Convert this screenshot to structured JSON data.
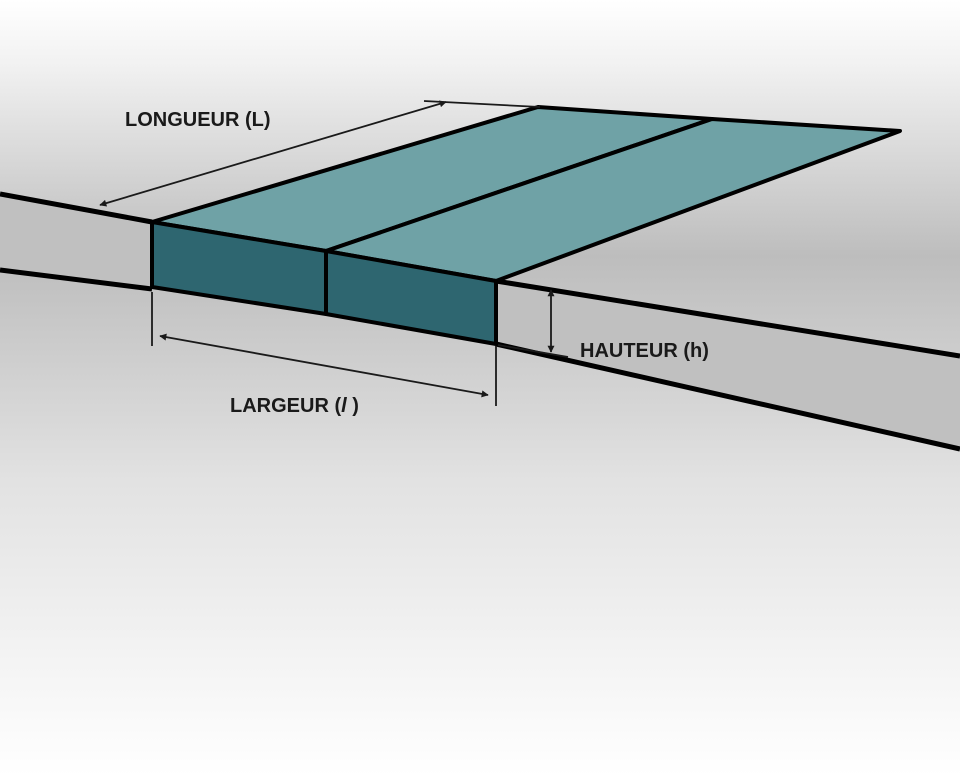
{
  "labels": {
    "length": "LONGUEUR (L)",
    "width_prefix": "LARGEUR (",
    "width_symbol": "l",
    "width_suffix": " )",
    "height": "HAUTEUR (h)"
  },
  "colors": {
    "road": "#c0c0c0",
    "ramp_top": "#6fa2a6",
    "ramp_front": "#2e6670",
    "outline": "#000000",
    "dimension_line": "#1a1a1a",
    "background_light": "#ffffff",
    "background_shade": "#b8b8b8"
  }
}
